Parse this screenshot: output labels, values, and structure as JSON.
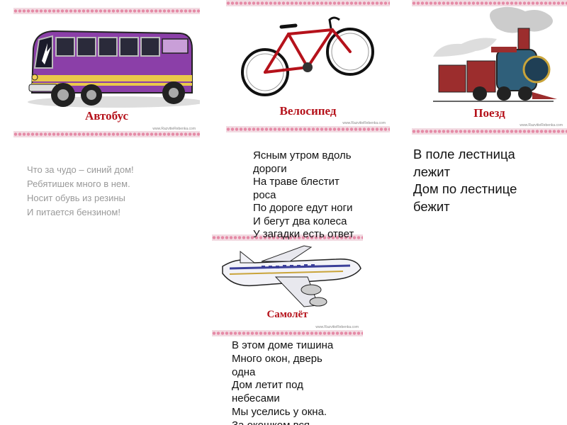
{
  "cards": {
    "bus": {
      "caption": "Автобус",
      "watermark": "www.RazvitieRebenka.com"
    },
    "bike": {
      "caption": "Велосипед",
      "watermark": "www.RazvitieRebenka.com"
    },
    "train": {
      "caption": "Поезд",
      "watermark": "www.RazvitieRebenka.com"
    },
    "plane": {
      "caption": "Самолёт",
      "watermark": "www.RazvitieRebenka.com"
    }
  },
  "poems": {
    "bus": [
      "Что за чудо – синий дом!",
      "Ребятишек много в нем.",
      "Носит обувь из резины",
      "И питается бензином!"
    ],
    "bike": [
      "Ясным утром вдоль",
      "дороги",
      "На траве блестит",
      "роса",
      "По дороге едут ноги",
      "И бегут два колеса",
      "У загадки есть ответ"
    ],
    "train": [
      "В поле лестница",
      "лежит",
      "Дом по лестнице",
      "бежит"
    ],
    "plane": [
      "В этом доме тишина",
      "Много окон, дверь",
      "одна",
      "Дом летит под",
      "небесами",
      "Мы уселись у окна.",
      "За окошком вся"
    ]
  },
  "colors": {
    "caption": "#b5121b",
    "bus_body": "#8b3fa8",
    "bus_stripe": "#e9c94a",
    "bike_frame": "#b5121b",
    "train_body": "#2f5f7a",
    "train_cars": "#9c2d2d",
    "plane_body": "#f2f2f7",
    "plane_stripe": "#3b3f9a",
    "border_pink": "#e58aa6"
  }
}
